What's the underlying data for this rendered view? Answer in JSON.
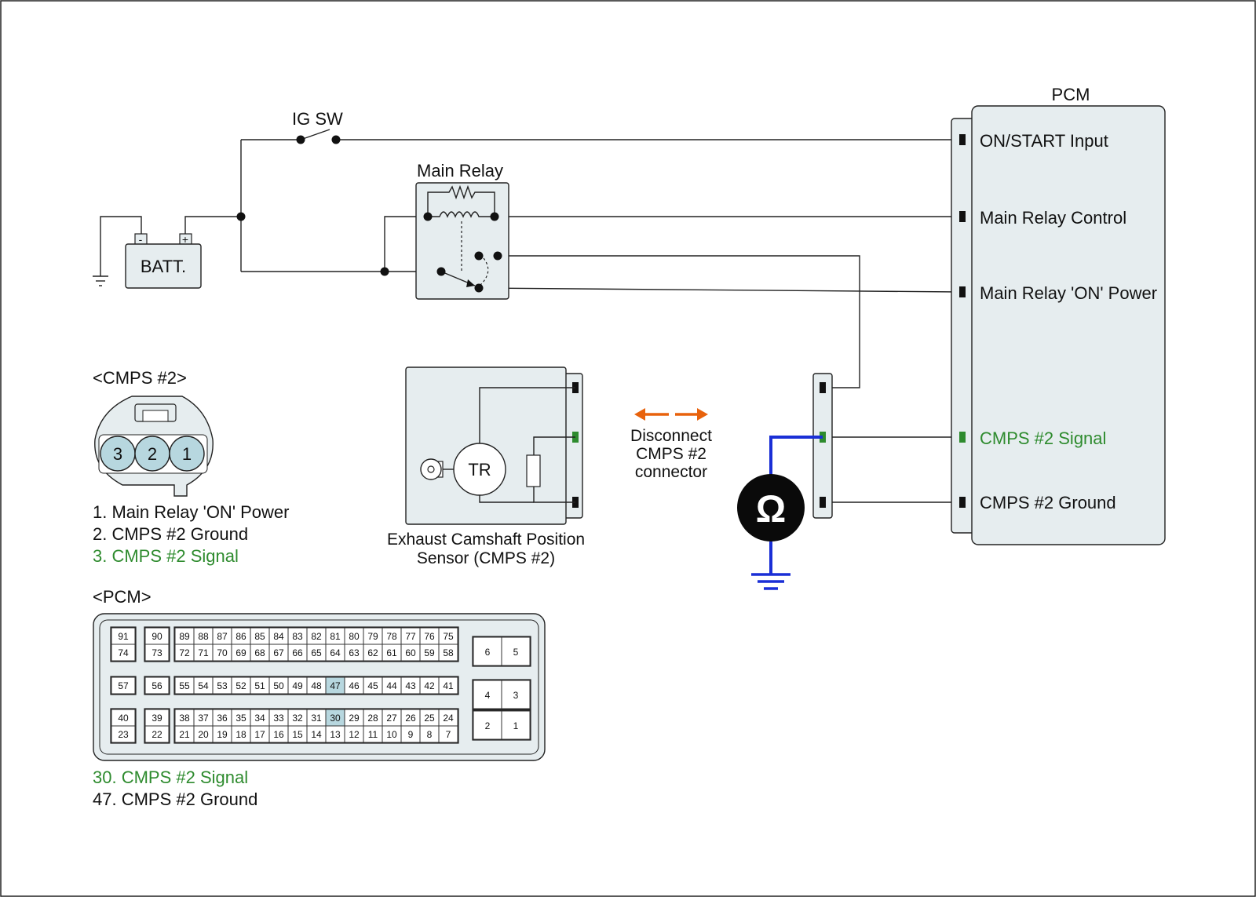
{
  "colors": {
    "panel_fill": "#e6edef",
    "signal_green": "#2e8b2e",
    "probe_blue": "#1a2fd6",
    "arrow_orange": "#e8620c",
    "pin_highlight": "#b7d7df"
  },
  "labels": {
    "ig_sw": "IG SW",
    "batt": "BATT.",
    "batt_minus": "-",
    "batt_plus": "+",
    "main_relay": "Main Relay",
    "pcm": "PCM",
    "pcm_pin_on_start": "ON/START Input",
    "pcm_pin_relay_control": "Main Relay Control",
    "pcm_pin_relay_power": "Main Relay 'ON' Power",
    "pcm_pin_cmps_signal": "CMPS #2 Signal",
    "pcm_pin_cmps_ground": "CMPS #2 Ground",
    "sensor_tr": "TR",
    "sensor_caption_line1": "Exhaust Camshaft Position",
    "sensor_caption_line2": "Sensor (CMPS #2)",
    "disconnect_line1": "Disconnect",
    "disconnect_line2": "CMPS #2",
    "disconnect_line3": "connector",
    "ohm_symbol": "Ω"
  },
  "cmps_connector": {
    "title": "<CMPS #2>",
    "pins": [
      "3",
      "2",
      "1"
    ],
    "legend": [
      {
        "text": "1. Main Relay 'ON' Power",
        "highlight": false
      },
      {
        "text": "2. CMPS #2 Ground",
        "highlight": false
      },
      {
        "text": "3. CMPS #2 Signal",
        "highlight": true
      }
    ]
  },
  "pcm_connector": {
    "title": "<PCM>",
    "highlighted_pins": [
      "47",
      "30"
    ],
    "groupA": {
      "top_row": [
        "91",
        "90",
        "89",
        "88",
        "87",
        "86",
        "85",
        "84",
        "83",
        "82",
        "81",
        "80",
        "79",
        "78",
        "77",
        "76",
        "75"
      ],
      "bottom_row": [
        "74",
        "73",
        "72",
        "71",
        "70",
        "69",
        "68",
        "67",
        "66",
        "65",
        "64",
        "63",
        "62",
        "61",
        "60",
        "59",
        "58"
      ]
    },
    "groupB": {
      "row": [
        "57",
        "56",
        "55",
        "54",
        "53",
        "52",
        "51",
        "50",
        "49",
        "48",
        "47",
        "46",
        "45",
        "44",
        "43",
        "42",
        "41"
      ]
    },
    "groupC": {
      "top_row": [
        "40",
        "39",
        "38",
        "37",
        "36",
        "35",
        "34",
        "33",
        "32",
        "31",
        "30",
        "29",
        "28",
        "27",
        "26",
        "25",
        "24"
      ],
      "bottom_row": [
        "23",
        "22",
        "21",
        "20",
        "19",
        "18",
        "17",
        "16",
        "15",
        "14",
        "13",
        "12",
        "11",
        "10",
        "9",
        "8",
        "7"
      ]
    },
    "right_block": [
      [
        "6",
        "5"
      ],
      [
        "4",
        "3"
      ],
      [
        "2",
        "1"
      ]
    ],
    "legend": [
      {
        "text": "30. CMPS #2 Signal",
        "highlight": true
      },
      {
        "text": "47. CMPS #2 Ground",
        "highlight": false
      }
    ]
  }
}
